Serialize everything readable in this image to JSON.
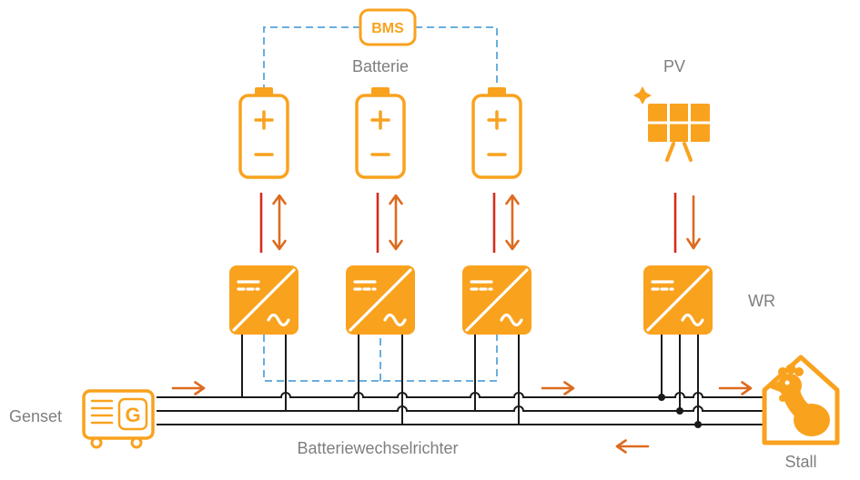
{
  "labels": {
    "bms": "BMS",
    "batterie": "Batterie",
    "pv": "PV",
    "wr": "WR",
    "genset": "Genset",
    "genset_letter": "G",
    "batteriewechselrichter": "Batteriewechselrichter",
    "stall": "Stall"
  },
  "colors": {
    "icon_orange": "#F9A21E",
    "flow_arrow_orange": "#DD6B20",
    "dc_line_red": "#D42E1C",
    "comm_line_blue": "#6AAEE0",
    "bus_line_black": "#1A1A1A",
    "label_gray": "#7E7E7E"
  },
  "icons": {
    "bms": "bms-box-icon",
    "battery": "battery-icon",
    "pv": "solar-panel-icon",
    "inverter": "inverter-icon",
    "genset": "generator-icon",
    "stall": "chicken-house-icon",
    "battery_flow": "arrow-up-down-icon",
    "pv_flow": "arrow-down-icon",
    "bus_flow": "arrow-right-icon",
    "bus_return_flow": "arrow-left-icon"
  },
  "structure": {
    "battery_count": 3,
    "battery_inverter_count": 3,
    "pv_inverter_count": 1,
    "bus_phase_lines": 3,
    "arrows": {
      "battery_dc": "bidirectional",
      "pv_dc": "down",
      "ac_bus": [
        "right",
        "right",
        "right",
        "left"
      ]
    }
  }
}
